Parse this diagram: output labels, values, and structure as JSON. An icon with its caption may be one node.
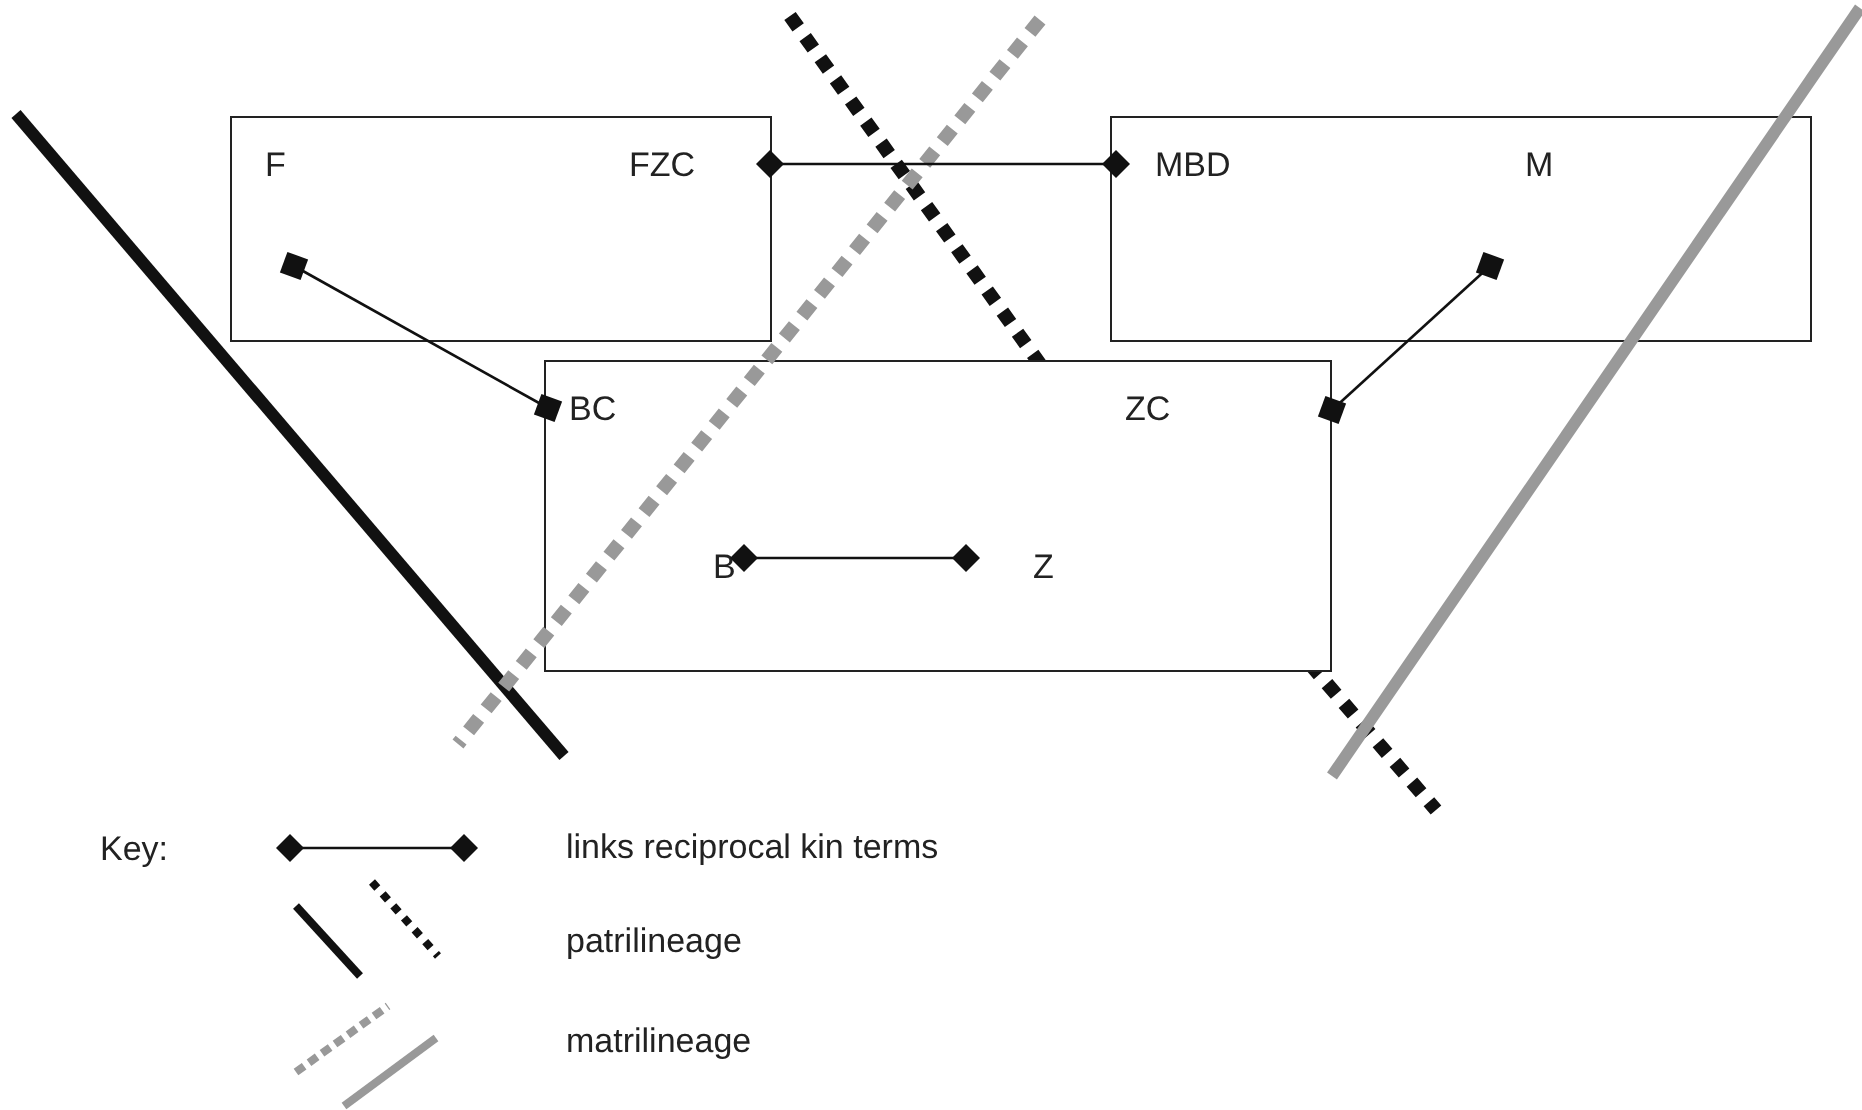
{
  "diagram": {
    "nodes": [
      {
        "text": [],
        "shape": "box"
      },
      {
        "text": [
          "F"
        ],
        "in": 0
      },
      {
        "text": [
          "FZC"
        ],
        "in": 0
      },
      {
        "text": [],
        "shape": "box"
      },
      {
        "text": [
          "MBD"
        ],
        "in": 3
      },
      {
        "text": [
          "M"
        ],
        "in": 3
      },
      {
        "text": [],
        "shape": "box"
      },
      {
        "text": [
          "BC"
        ],
        "in": 6
      },
      {
        "text": [
          "ZC"
        ],
        "in": 6
      },
      {
        "text": [
          "B"
        ],
        "in": 6
      },
      {
        "text": [
          "Z"
        ],
        "in": 6
      }
    ],
    "edges": [
      {
        "from": 2,
        "to": 4,
        "arrow": "other"
      },
      {
        "from": 1,
        "to": 7,
        "arrow": "other"
      },
      {
        "from": 5,
        "to": 8,
        "arrow": "other"
      },
      {
        "from": 9,
        "to": 10,
        "arrow": "other"
      }
    ],
    "labels": [
      "Key:"
    ],
    "legend": [
      {
        "text": "links reciprocal kin terms"
      },
      {
        "text": "patrilineage"
      },
      {
        "text": "matrilineage"
      }
    ]
  }
}
